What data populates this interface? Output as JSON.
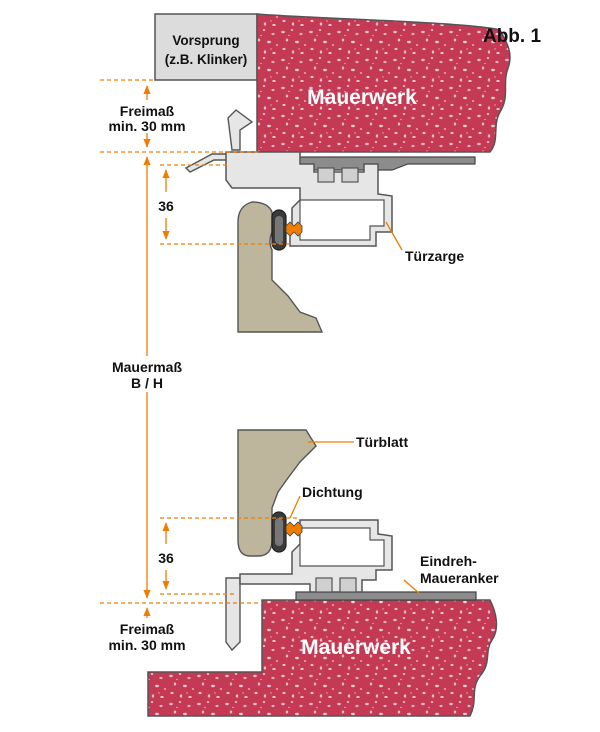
{
  "figure": {
    "label": "Abb. 1"
  },
  "labels": {
    "vorsprung_line1": "Vorsprung",
    "vorsprung_line2": "(z.B. Klinker)",
    "mauerwerk_top": "Mauerwerk",
    "mauerwerk_bottom": "Mauerwerk",
    "freimass_top_line1": "Freimaß",
    "freimass_top_line2": "min. 30 mm",
    "freimass_bottom_line1": "Freimaß",
    "freimass_bottom_line2": "min. 30 mm",
    "mauermass_line1": "Mauermaß",
    "mauermass_line2": "B / H",
    "dim_top": "36",
    "dim_bottom": "36",
    "tuerzarge": "Türzarge",
    "tuerblatt": "Türblatt",
    "dichtung": "Dichtung",
    "anker_line1": "Eindreh-",
    "anker_line2": "Maueranker"
  },
  "colors": {
    "masonry": "#c43a55",
    "masonry_speckle": "#f0c0c8",
    "ledge": "#dcdcdc",
    "door_leaf": "#bdb69c",
    "frame_fill": "#e6e6e6",
    "frame_stroke": "#555555",
    "anchor": "#8c8c8c",
    "seal": "#3a3a3a",
    "dimension": "#f07d00"
  }
}
